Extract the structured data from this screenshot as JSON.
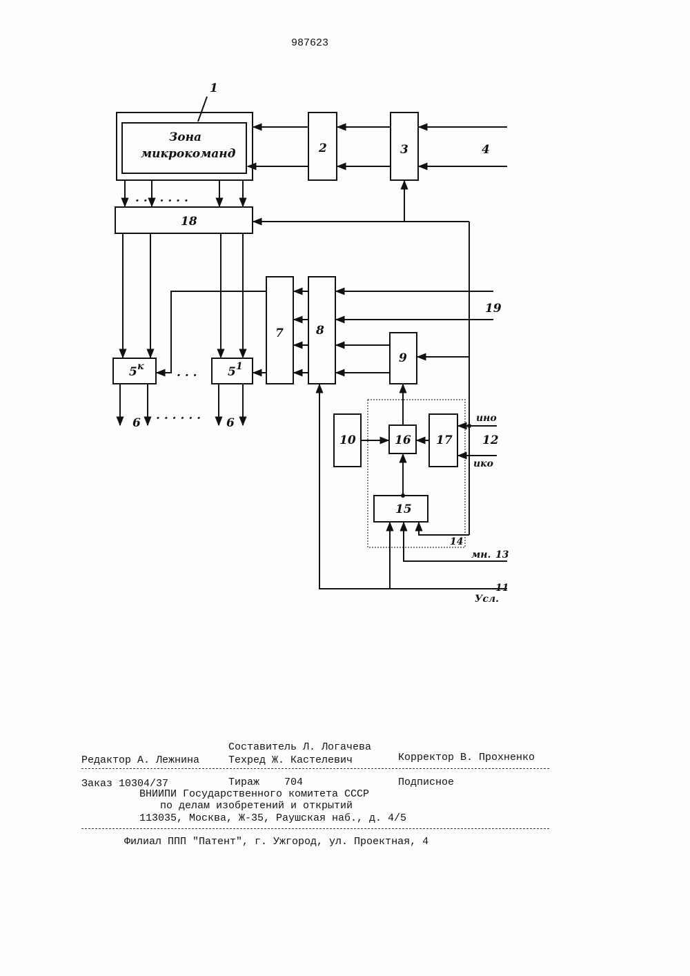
{
  "doc_number": "987623",
  "zone_label_line1": "Зона",
  "zone_label_line2": "микрокоманд",
  "blocks": {
    "b1": "1",
    "b2": "2",
    "b3": "3",
    "b4": "4",
    "b7": "7",
    "b8": "8",
    "b9": "9",
    "b10": "10",
    "b15": "15",
    "b16": "16",
    "b17": "17",
    "b18": "18",
    "b19": "19",
    "b5k_main": "5",
    "b5k_sup": "к",
    "b51_main": "5",
    "b51_sup": "1",
    "out6a": "6",
    "out6b": "6",
    "ino": "ино",
    "b12": "12",
    "iko": "ико",
    "b14": "14",
    "mn": "мн.",
    "b13": "13",
    "b11": "11",
    "usl": "Усл.",
    "dots_top": ". . . . . . .",
    "dots_mid": ". . .",
    "dots_bot": ". . . . . ."
  },
  "colophon": {
    "sostavitel": "Составитель Л. Логачева",
    "redaktor": "Редактор А. Лежнина",
    "tehred": "Техред Ж. Кастелевич",
    "korrektor": "Корректор В. Прохненко",
    "zakaz": "Заказ 10304/37",
    "tirazh": "Тираж    704",
    "podpisnoe": "Подписное",
    "vniipi": "ВНИИПИ Государственного комитета СССР",
    "po_delam": "по делам изобретений и открытий",
    "address": "113035, Москва, Ж-35, Раушская наб., д. 4/5",
    "filial": "Филиал ППП \"Патент\", г. Ужгород, ул. Проектная, 4"
  }
}
